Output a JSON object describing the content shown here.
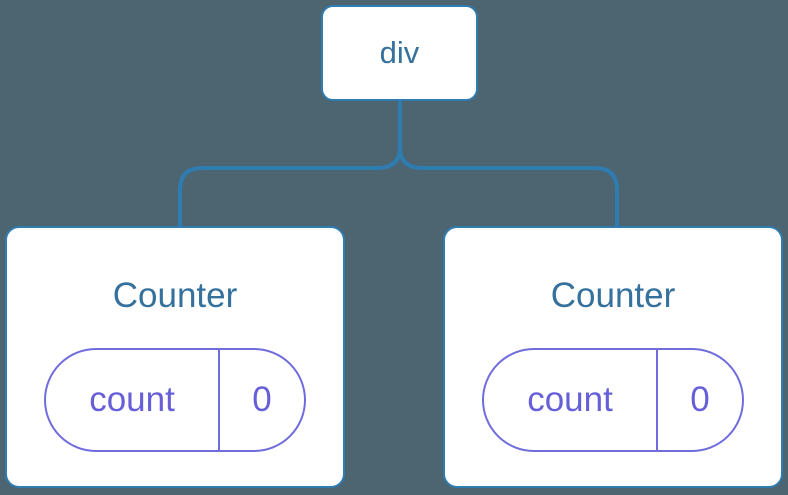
{
  "colors": {
    "canvas-bg": "#4d6571",
    "line": "#2e7cb0",
    "node-bg": "#ffffff",
    "node-text": "#35719d",
    "pill": "#716cdc",
    "pill-text": "#675fd8"
  },
  "diagram": {
    "root": {
      "label": "div"
    },
    "children": [
      {
        "title": "Counter",
        "state": {
          "key": "count",
          "value": "0"
        }
      },
      {
        "title": "Counter",
        "state": {
          "key": "count",
          "value": "0"
        }
      }
    ]
  }
}
